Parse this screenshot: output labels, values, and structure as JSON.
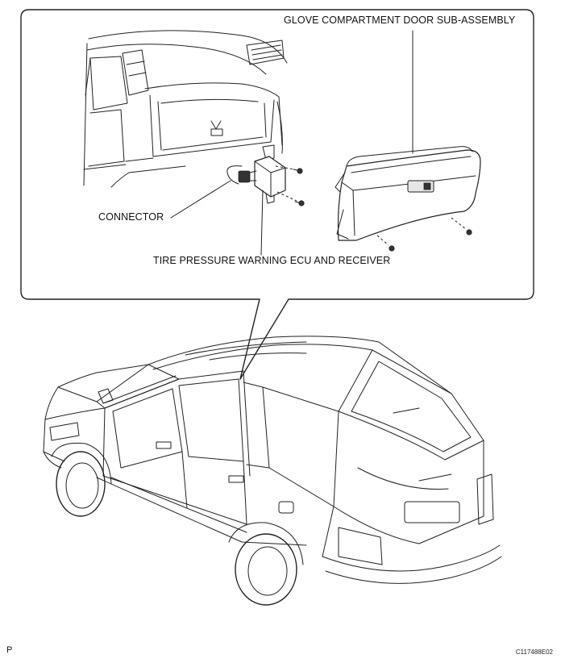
{
  "labels": {
    "glove_compartment": "GLOVE COMPARTMENT DOOR SUB-ASSEMBLY",
    "connector": "CONNECTOR",
    "ecu_receiver": "TIRE PRESSURE WARNING ECU AND RECEIVER"
  },
  "footer": {
    "left_mark": "P",
    "figure_code": "C117488E02"
  }
}
